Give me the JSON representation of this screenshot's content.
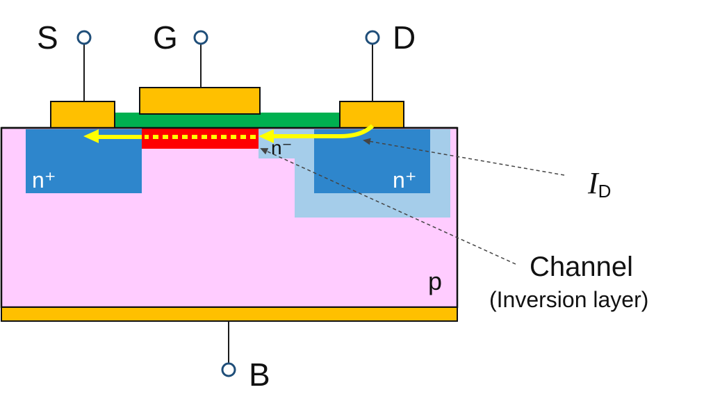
{
  "terminals": {
    "source": "S",
    "gate": "G",
    "drain": "D",
    "body": "B"
  },
  "regions": {
    "source_region": "n⁺",
    "drain_region": "n⁺",
    "drift_region": "n⁻",
    "substrate": "p"
  },
  "annotations": {
    "current_symbol": "I",
    "current_subscript": "D",
    "channel_label": "Channel",
    "channel_sublabel": "(Inversion layer)"
  },
  "colors": {
    "substrate": "#ffccff",
    "n_plus": "#2e86cc",
    "n_minus": "#a5cdea",
    "metal": "#ffc000",
    "oxide": "#00b050",
    "channel": "#ff0000",
    "current_arrow": "#ffff00",
    "terminal_line": "#1a1a1a",
    "terminal_circle": "#1f4e79"
  }
}
